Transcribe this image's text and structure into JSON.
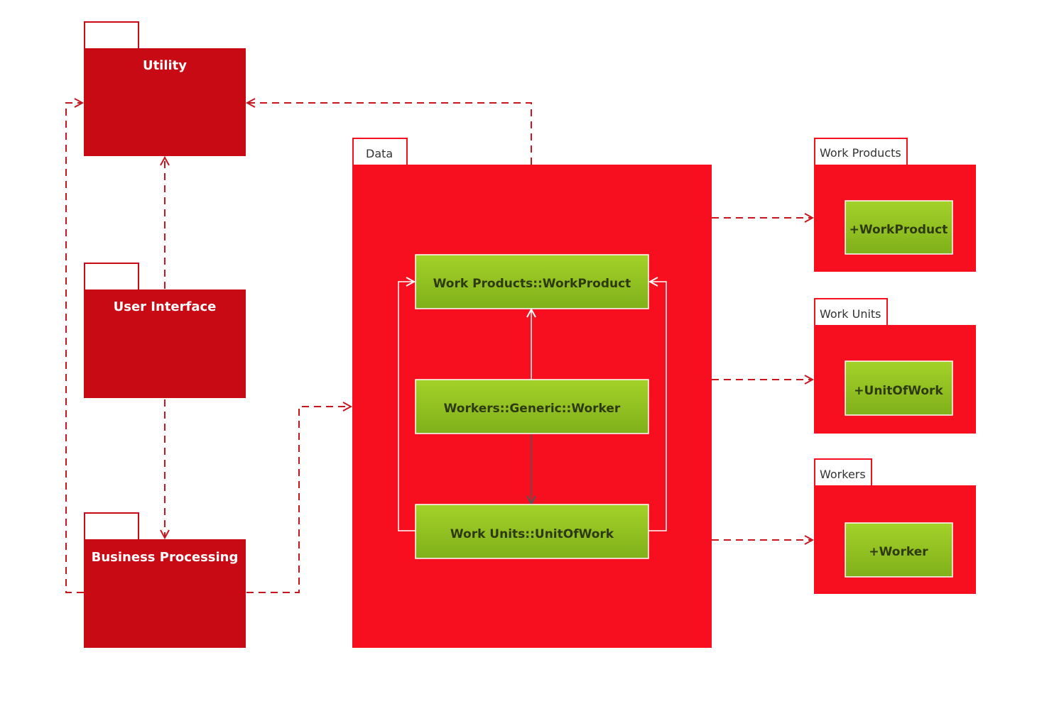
{
  "colors": {
    "package_dark": "#c80a14",
    "package_bright": "#f70f1f",
    "class_fill_top": "#a4d22a",
    "class_fill_bottom": "#7fb01a",
    "connector": "#c8161f",
    "inner_connector": "#ffffff",
    "dependency_arrow": "#555555"
  },
  "packages": {
    "utility": {
      "name": "Utility"
    },
    "user_interface": {
      "name": "User Interface"
    },
    "business_processing": {
      "name": "Business Processing"
    },
    "data": {
      "name": "Data"
    },
    "work_products": {
      "name": "Work Products",
      "member": "+WorkProduct"
    },
    "work_units": {
      "name": "Work Units",
      "member": "+UnitOfWork"
    },
    "workers": {
      "name": "Workers",
      "member": "+Worker"
    }
  },
  "classes": {
    "work_product": "Work Products::WorkProduct",
    "worker": "Workers::Generic::Worker",
    "unit_of_work": "Work Units::UnitOfWork"
  }
}
